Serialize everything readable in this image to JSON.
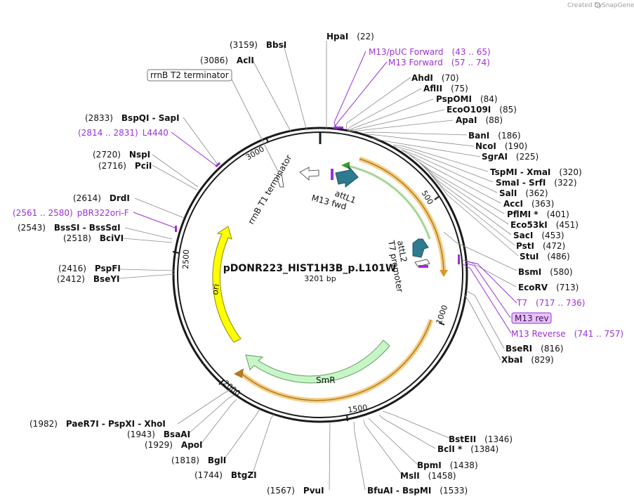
{
  "credit": {
    "prefix": "Created by",
    "brand": "SnapGene"
  },
  "plasmid": {
    "name": "pDONR223_HIST1H3B_p.L101W",
    "size_label": "3201 bp",
    "length": 3201
  },
  "ticks": [
    "500",
    "1000",
    "1500",
    "2000",
    "2500",
    "3000"
  ],
  "enzymes": [
    {
      "name": "HpaI",
      "pos": "(22)"
    },
    {
      "name": "AhdI",
      "pos": "(70)"
    },
    {
      "name": "AflII",
      "pos": "(75)"
    },
    {
      "name": "PspOMI",
      "pos": "(84)"
    },
    {
      "name": "EcoO109I",
      "pos": "(85)"
    },
    {
      "name": "ApaI",
      "pos": "(88)"
    },
    {
      "name": "BanI",
      "pos": "(186)"
    },
    {
      "name": "NcoI",
      "pos": "(190)"
    },
    {
      "name": "SgrAI",
      "pos": "(225)"
    },
    {
      "name": "TspMI - XmaI",
      "pos": "(320)"
    },
    {
      "name": "SmaI - SrfI",
      "pos": "(322)"
    },
    {
      "name": "SalI",
      "pos": "(362)"
    },
    {
      "name": "AccI",
      "pos": "(363)"
    },
    {
      "name": "PflMI *",
      "pos": "(401)"
    },
    {
      "name": "Eco53kI",
      "pos": "(451)"
    },
    {
      "name": "SacI",
      "pos": "(453)"
    },
    {
      "name": "PstI",
      "pos": "(472)"
    },
    {
      "name": "StuI",
      "pos": "(486)"
    },
    {
      "name": "BsmI",
      "pos": "(580)"
    },
    {
      "name": "EcoRV",
      "pos": "(713)"
    },
    {
      "name": "BseRI",
      "pos": "(816)"
    },
    {
      "name": "XbaI",
      "pos": "(829)"
    },
    {
      "name": "BstEII",
      "pos": "(1346)"
    },
    {
      "name": "BclI *",
      "pos": "(1384)"
    },
    {
      "name": "BpmI",
      "pos": "(1438)"
    },
    {
      "name": "MslI",
      "pos": "(1458)"
    },
    {
      "name": "BfuAI - BspMI",
      "pos": "(1533)"
    },
    {
      "name": "PvuI",
      "pos": "(1567)"
    },
    {
      "name": "BtgZI",
      "pos": "(1744)"
    },
    {
      "name": "BglI",
      "pos": "(1818)"
    },
    {
      "name": "ApoI",
      "pos": "(1929)"
    },
    {
      "name": "BsaAI",
      "pos": "(1943)"
    },
    {
      "name": "PaeR7I - PspXI - XhoI",
      "pos": "(1982)"
    },
    {
      "name": "PspFI",
      "pos": "(2416)"
    },
    {
      "name": "BseYI",
      "pos": "(2412)"
    },
    {
      "name": "BciVI",
      "pos": "(2518)"
    },
    {
      "name": "BssSI - BssSαI",
      "pos": "(2543)"
    },
    {
      "name": "DrdI",
      "pos": "(2614)"
    },
    {
      "name": "PciI",
      "pos": "(2716)"
    },
    {
      "name": "NspI",
      "pos": "(2720)"
    },
    {
      "name": "BspQI - SapI",
      "pos": "(2833)"
    },
    {
      "name": "AclI",
      "pos": "(3086)"
    },
    {
      "name": "BbsI",
      "pos": "(3159)"
    }
  ],
  "primers": [
    {
      "name": "M13/pUC Forward",
      "range": "(43 .. 65)"
    },
    {
      "name": "M13 Forward",
      "range": "(57 .. 74)"
    },
    {
      "name": "T7",
      "range": "(717 .. 736)"
    },
    {
      "name": "M13 rev",
      "range": ""
    },
    {
      "name": "M13 Reverse",
      "range": "(741 .. 757)"
    },
    {
      "name": "L4440",
      "range": "(2814 .. 2831)"
    },
    {
      "name": "pBR322ori-F",
      "range": "(2561 .. 2580)"
    }
  ],
  "features": {
    "rrnb_t2": "rrnB T2 terminator",
    "rrnb_t1": "rrnB T1 terminator",
    "attl1": "attL1",
    "m13fwd": "M13 fwd",
    "attl2": "attL2",
    "t7prom": "T7 promoter",
    "smr": "SmR",
    "ori": "ori"
  },
  "colors": {
    "backbone": "#1a1a1a",
    "primer": "#9b30d9",
    "orf_outline": "#d9962a",
    "orf_glow": "#f5cf86",
    "green_arc": "#3a9a1e",
    "smr_fill": "#c8f5c8",
    "ori_fill": "#ffff00",
    "att_fill": "#2e7a8e"
  }
}
